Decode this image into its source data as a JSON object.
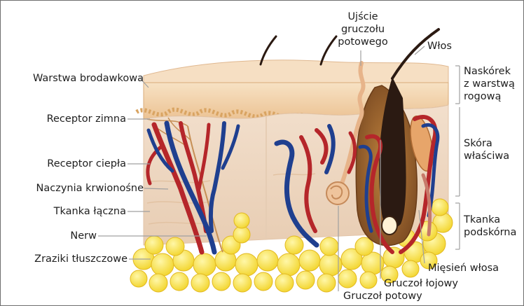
{
  "labels": {
    "warstwa_brodawkowa": "Warstwa brodawkowa",
    "receptor_zimna": "Receptor zimna",
    "receptor_ciepla": "Receptor ciepła",
    "naczynia_krwionosne": "Naczynia krwionośne",
    "tkanka_laczna": "Tkanka łączna",
    "nerw": "Nerw",
    "zraziki_tluszczowe": "Zraziki tłuszczowe",
    "ujscie_line1": "Ujście",
    "ujscie_line2": "gruczołu",
    "ujscie_line3": "potowego",
    "wlos": "Włos",
    "naskorek_line1": "Naskórek",
    "naskorek_line2": "z warstwą",
    "naskorek_line3": "rogową",
    "skora_line1": "Skóra",
    "skora_line2": "właściwa",
    "tkanka_pod_line1": "Tkanka",
    "tkanka_pod_line2": "podskórna",
    "miesien_wlosa": "Mięsień włosa",
    "gruczol_lojowy": "Gruczoł łojowy",
    "gruczol_potowy": "Gruczoł potowy"
  },
  "colors": {
    "artery": "#b5262a",
    "vein": "#1f3f8f",
    "fat": "#f6e03a",
    "epidermis": "#f3d3a6",
    "dermis": "#f1dcc8",
    "hair": "#2b1a12",
    "leader": "#9b9b9b"
  }
}
